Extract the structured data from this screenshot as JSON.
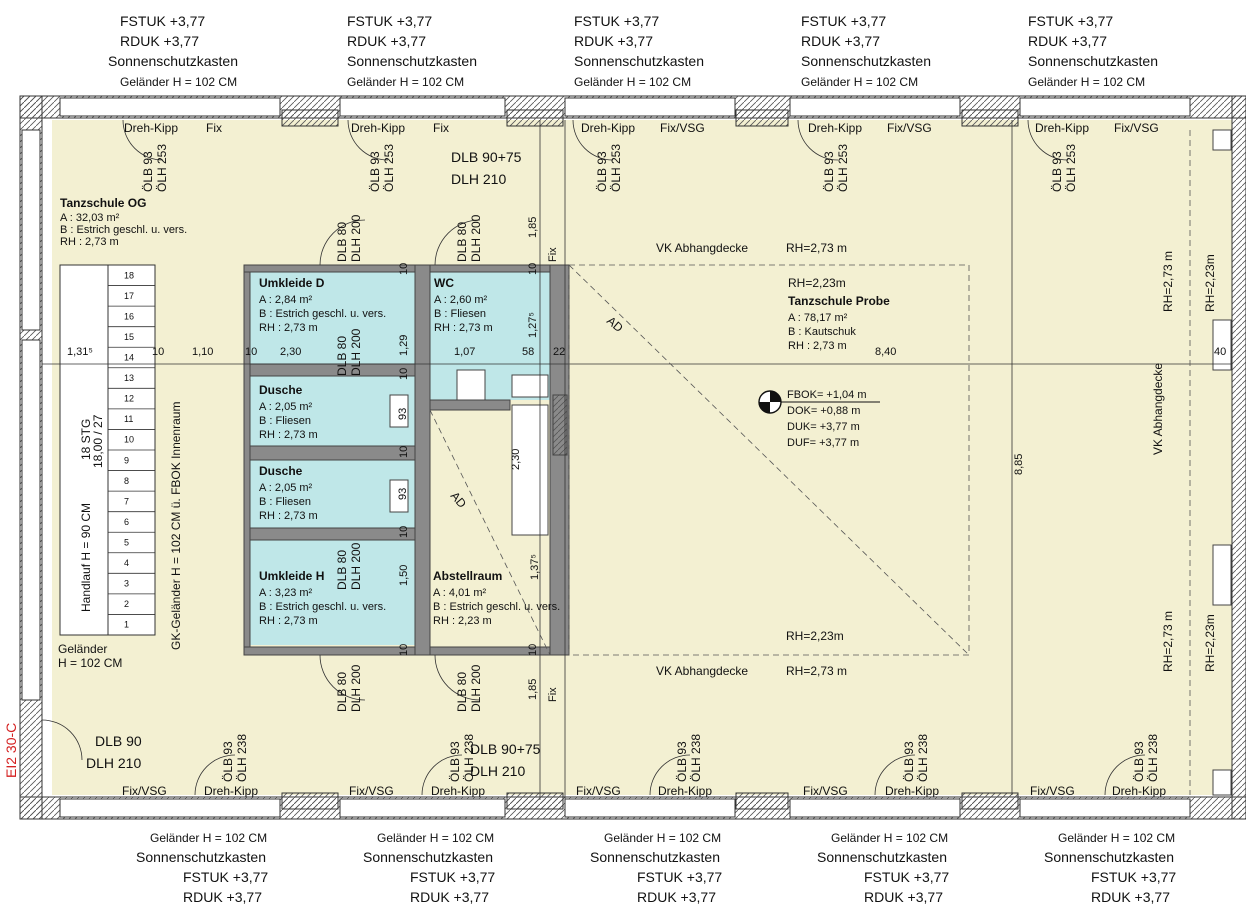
{
  "colors": {
    "floor": "#f3f0d2",
    "wet": "#bfe7e8",
    "wall": "#555555",
    "red": "#d42020"
  },
  "window_note": {
    "fstuk": "FSTUK +3,77",
    "rduk": "RDUK +3,77",
    "sonnen": "Sonnenschutzkasten",
    "gelaender": "Geländer H = 102 CM"
  },
  "window_labels": {
    "dreh_kipp": "Dreh-Kipp",
    "fix": "Fix",
    "fix_vsg": "Fix/VSG",
    "oelb93": "ÖLB 93",
    "oelh253": "ÖLH 253",
    "oelh238": "ÖLH 238"
  },
  "door_labels": {
    "dlb80": "DLB 80",
    "dlh200": "DLH 200",
    "dlb9075": "DLB 90+75",
    "dlh210": "DLH 210",
    "dlb90": "DLB 90",
    "ei2": "EI2 30-C"
  },
  "rooms": {
    "tanzschule_og": {
      "name": "Tanzschule OG",
      "a": "A : 32,03 m²",
      "b": "B : Estrich geschl. u. vers.",
      "rh": "RH : 2,73 m"
    },
    "umkleide_d": {
      "name": "Umkleide D",
      "a": "A : 2,84 m²",
      "b": "B : Estrich geschl. u. vers.",
      "rh": "RH : 2,73 m"
    },
    "wc": {
      "name": "WC",
      "a": "A : 2,60 m²",
      "b": "B : Fliesen",
      "rh": "RH : 2,73 m"
    },
    "dusche1": {
      "name": "Dusche",
      "a": "A : 2,05 m²",
      "b": "B : Fliesen",
      "rh": "RH : 2,73 m"
    },
    "dusche2": {
      "name": "Dusche",
      "a": "A : 2,05 m²",
      "b": "B : Fliesen",
      "rh": "RH : 2,73 m"
    },
    "umkleide_h": {
      "name": "Umkleide H",
      "a": "A : 3,23 m²",
      "b": "B : Estrich geschl. u. vers.",
      "rh": "RH : 2,73 m"
    },
    "abstellraum": {
      "name": "Abstellraum",
      "a": "A : 4,01 m²",
      "b": "B : Estrich geschl. u. vers.",
      "rh": "RH : 2,23 m"
    },
    "probe": {
      "name": "Tanzschule Probe",
      "a": "A : 78,17 m²",
      "b": "B : Kautschuk",
      "rh": "RH : 2,73 m"
    }
  },
  "levels": {
    "fbok": "FBOK= +1,04 m",
    "dok": "DOK= +0,88 m",
    "duk": "DUK= +3,77 m",
    "duf": "DUF= +3,77 m"
  },
  "ceiling": {
    "vk": "VK Abhangdecke",
    "rh273": "RH=2,73 m",
    "rh223": "RH=2,23m",
    "ad": "AD"
  },
  "stair": {
    "stg": "18 STG",
    "ratio": "18,00 / 27",
    "handlauf": "Handlauf H = 90 CM",
    "gk": "GK-Geländer H = 102 CM ü. FBOK Innenraum",
    "gel1": "Geländer",
    "gel2": "H = 102 CM",
    "steps": [
      "18",
      "17",
      "16",
      "15",
      "14",
      "13",
      "12",
      "11",
      "10",
      "9",
      "8",
      "7",
      "6",
      "5",
      "4",
      "3",
      "2",
      "1"
    ]
  },
  "dims": {
    "d131": "1,31⁵",
    "d10": "10",
    "d110": "1,10",
    "d230": "2,30",
    "d107": "1,07",
    "d58": "58",
    "d22": "22",
    "d840": "8,40",
    "d40": "40",
    "d129": "1,29",
    "d127": "1,27⁵",
    "d185": "1,85",
    "d93": "93",
    "d150": "1,50",
    "d1375": "1,37⁵",
    "d885": "8,85",
    "fix": "Fix"
  }
}
